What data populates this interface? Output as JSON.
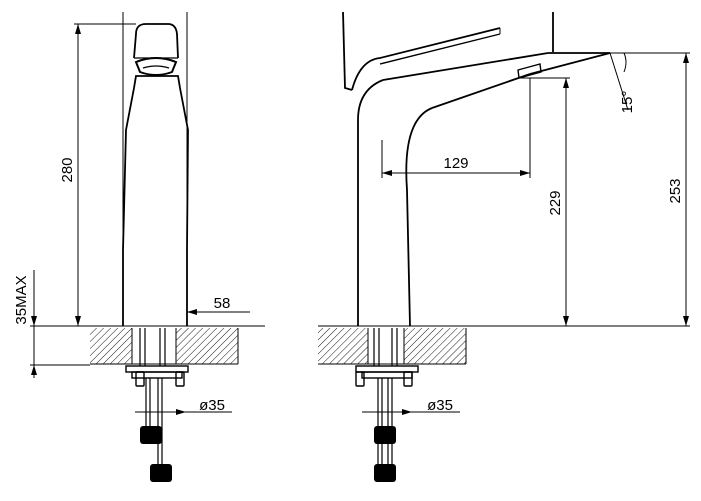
{
  "dimensions": {
    "front_height": "280",
    "front_width": "58",
    "deck_thickness_max": "35MAX",
    "front_hole_diameter": "ø35",
    "spout_reach": "129",
    "spout_angle": "15°",
    "spout_outlet_height": "229",
    "total_height": "253",
    "side_hole_diameter": "ø35"
  },
  "colors": {
    "line": "#000000",
    "background": "#ffffff"
  }
}
